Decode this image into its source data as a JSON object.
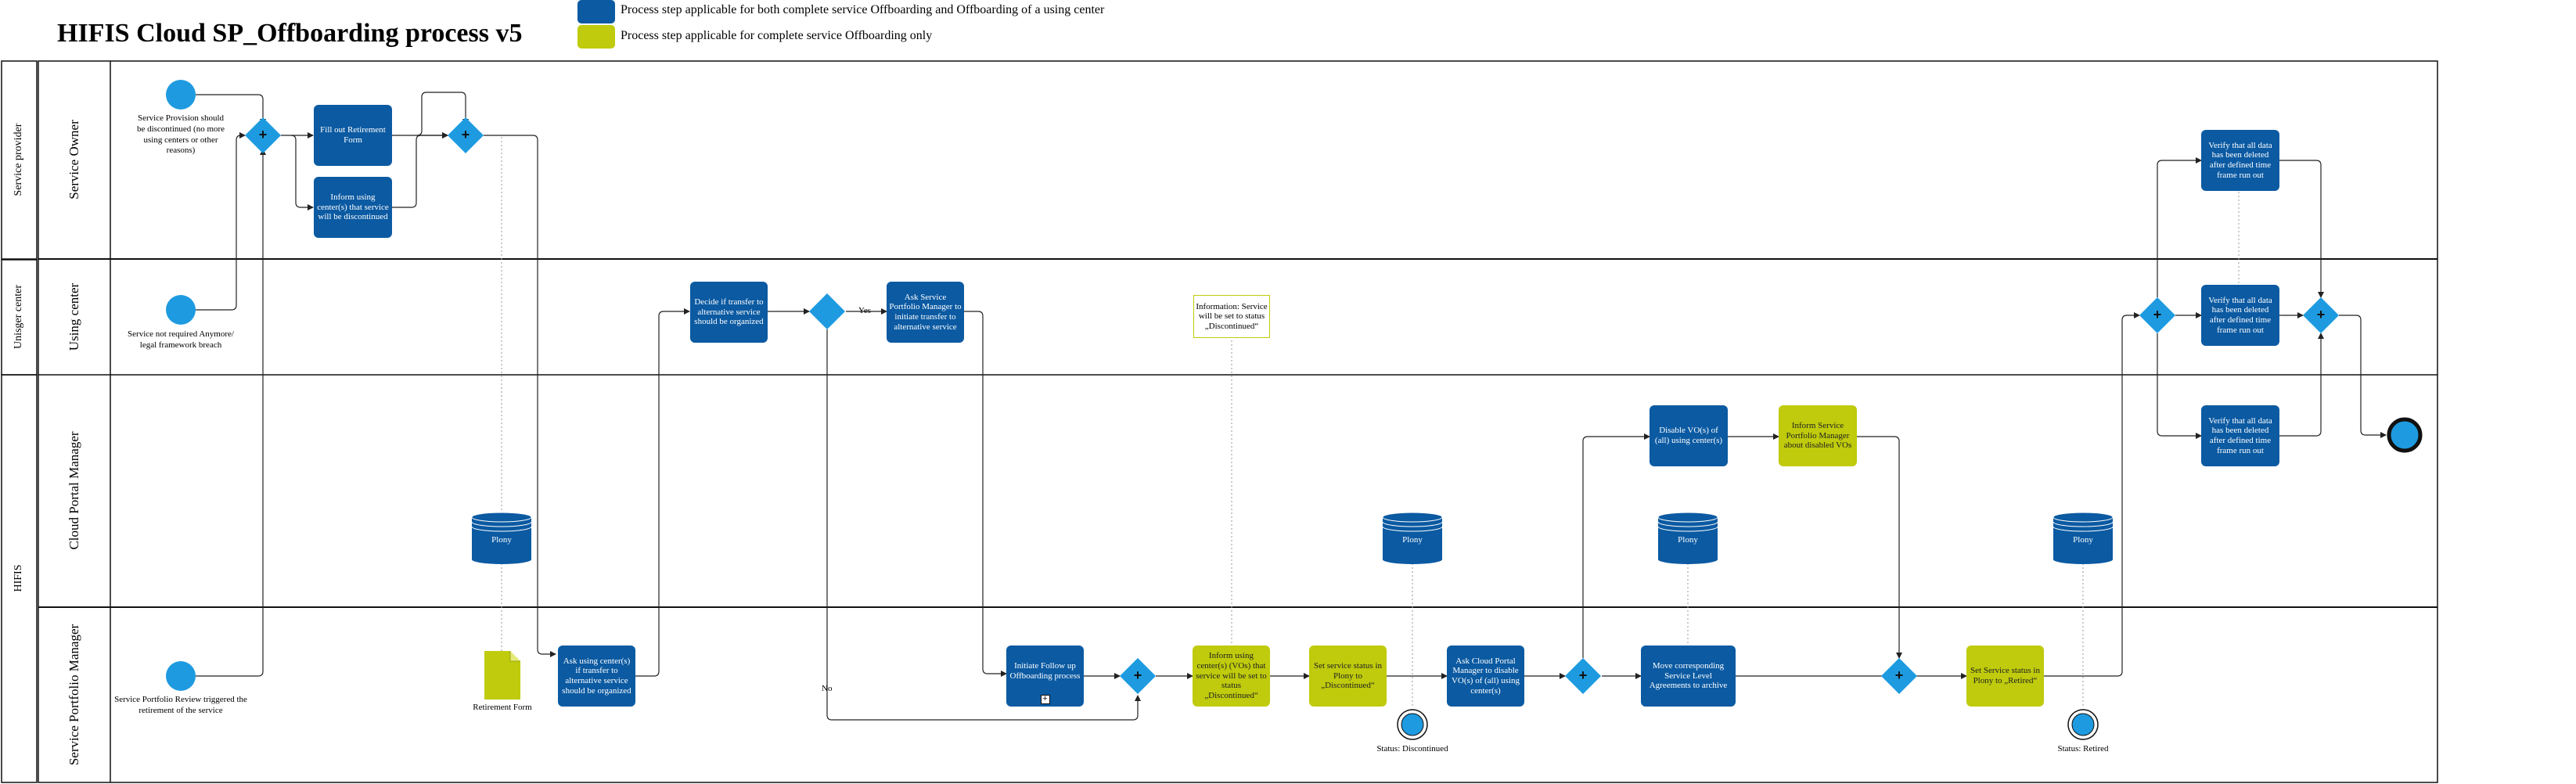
{
  "title": "HIFIS Cloud SP_Offboarding process v5",
  "colors": {
    "task_blue": "#0b5aa2",
    "task_green": "#bfcb0c",
    "event_blue": "#1e9be0",
    "gateway_blue": "#1e9be0"
  },
  "legend": [
    {
      "text": "Process step applicable for both complete service Offboarding and Offboarding of a using center"
    },
    {
      "text": "Process step applicable for complete service Offboarding only"
    }
  ],
  "pools": {
    "service_provider": "Service provider",
    "using_center": "Unisger center",
    "hifis": "HIFIS"
  },
  "lanes": {
    "service_owner": "Service Owner",
    "using_center": "Using center",
    "cloud_portal_manager": "Cloud Portal Manager",
    "service_portfolio_manager": "Service Portfolio Manager"
  },
  "events": {
    "start_provision": "Service Provision should be discontinued (no more using centers or other reasons)",
    "start_not_required": "Service not required Anymore/ legal framework breach",
    "start_review": "Service Portfolio Review triggered the retirement of the service",
    "status_discontinued": "Status: Discontinued",
    "status_retired": "Status: Retired"
  },
  "tasks": {
    "fill_retirement": "Fill out Retirement Form",
    "inform_using": "Inform using center(s) that service will be discontinued",
    "decide_transfer": "Decide if transfer to alternative service should be organized",
    "ask_spm": "Ask Service Portfolio Manager to initiate transfer to alternative service",
    "ask_using_centers": "Ask using center(s) if transfer to alternative service should be organized",
    "initiate_followup": "Initiate Follow up Offboarding process",
    "inform_vo": "Inform using center(s) (VOs) that service will be set to status „Discontinued“",
    "set_plony_disc": "Set service status in Plony to „Discontinued“",
    "ask_cpm": "Ask Cloud Portal Manager to disable VO(s) of (all) using center(s)",
    "move_sla": "Move corresponding Service Level Agreements to archive",
    "set_plony_retired": "Set Service status in Plony to „Retired“",
    "disable_vos": "Disable VO(s) of (all) using center(s)",
    "inform_spm": "Inform Service Portfolio Manager about disabled VOs",
    "verify_owner": "Verify that all data has been deleted after defined time frame run out",
    "verify_using": "Verify that all data has been deleted after defined time frame run out",
    "verify_cpm": "Verify that all data has been deleted after defined time frame run out"
  },
  "datastores": {
    "plony_1": "Plony",
    "plony_2": "Plony",
    "plony_3": "Plony",
    "plony_4": "Plony"
  },
  "document": "Retirement Form",
  "note": "Information: Service will be set to status „Discontinued“",
  "flow_labels": {
    "yes": "Yes",
    "no": "No"
  }
}
